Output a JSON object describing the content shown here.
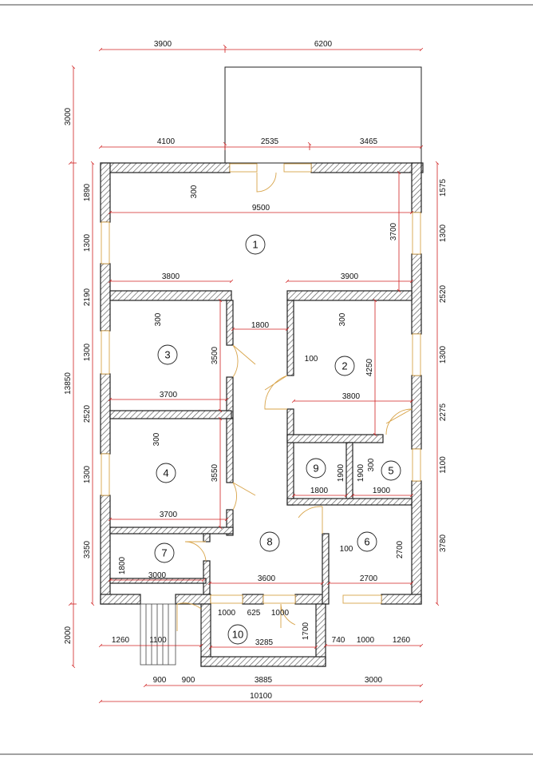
{
  "rooms": [
    "1",
    "2",
    "3",
    "4",
    "5",
    "6",
    "7",
    "8",
    "9",
    "10"
  ],
  "dims": {
    "top_outer": [
      "3900",
      "6200"
    ],
    "top_inner": [
      "4100",
      "2535",
      "3465"
    ],
    "left_outer": [
      "3000",
      "13850",
      "2000"
    ],
    "left_inner": [
      "1890",
      "1300",
      "2190",
      "1300",
      "2520",
      "1300",
      "3350"
    ],
    "right": [
      "1575",
      "1300",
      "2520",
      "1300",
      "2275",
      "1100",
      "3780"
    ],
    "room1": [
      "300",
      "9500",
      "3700",
      "3800",
      "3900"
    ],
    "room3": [
      "300",
      "3500",
      "3700"
    ],
    "corridor": "1800",
    "room2": [
      "300",
      "100",
      "4250",
      "3800"
    ],
    "room4": [
      "300",
      "3550",
      "3700"
    ],
    "room9": [
      "1900",
      "1800"
    ],
    "room5": [
      "1900",
      "300",
      "1900"
    ],
    "room7": [
      "1800",
      "3000"
    ],
    "room8": "3600",
    "room6": [
      "100",
      "2700",
      "2700"
    ],
    "porch_openings": [
      "1000",
      "625",
      "1000"
    ],
    "room10": [
      "3285",
      "1700"
    ],
    "bottom_row1": [
      "1260",
      "1100",
      "740",
      "1000",
      "1260"
    ],
    "bottom_row2": [
      "900",
      "900",
      "3885",
      "3000"
    ],
    "bottom_total": "10100"
  }
}
